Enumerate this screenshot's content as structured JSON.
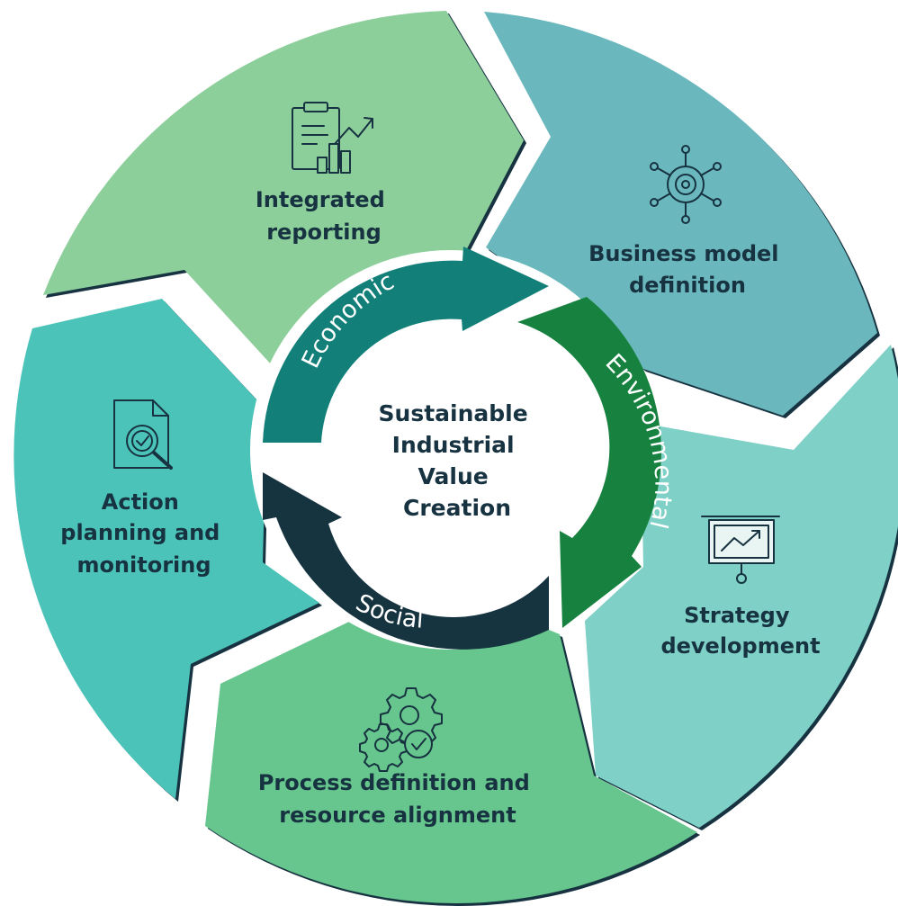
{
  "center": {
    "lines": [
      "Sustainable",
      "Industrial",
      "Value",
      "Creation"
    ]
  },
  "segments": {
    "integrated_reporting": {
      "lines": [
        "Integrated",
        "reporting"
      ],
      "icon": "report-chart-icon",
      "color": "#8dcf9b"
    },
    "business_model": {
      "lines": [
        "Business model",
        "definition"
      ],
      "icon": "network-hub-icon",
      "color": "#6ab8bd"
    },
    "strategy": {
      "lines": [
        "Strategy",
        "development"
      ],
      "icon": "presentation-chart-icon",
      "color": "#7fd0c7"
    },
    "process": {
      "lines": [
        "Process definition and",
        "resource alignment"
      ],
      "icon": "gears-check-icon",
      "color": "#66c68d"
    },
    "action": {
      "lines": [
        "Action",
        "planning and",
        "monitoring"
      ],
      "icon": "document-search-icon",
      "color": "#4cc3b8"
    }
  },
  "ring": {
    "economic": {
      "label": "Economic",
      "color": "#127f78"
    },
    "environmental": {
      "label": "Environmental",
      "color": "#17823f"
    },
    "social": {
      "label": "Social",
      "color": "#163340"
    }
  },
  "colors": {
    "text": "#173240",
    "segment_edge": "#173240"
  }
}
